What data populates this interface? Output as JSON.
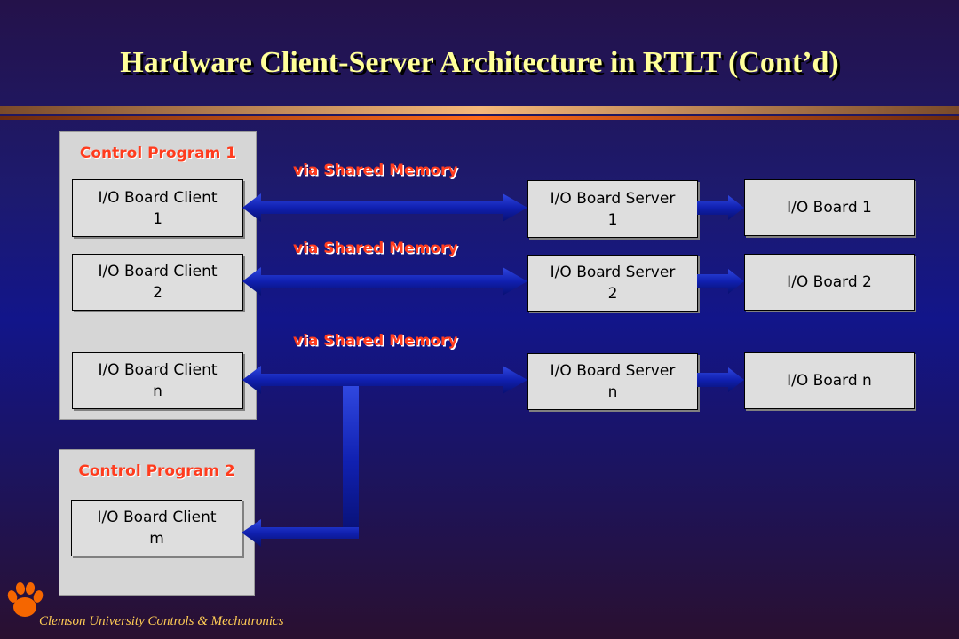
{
  "title": "Hardware Client-Server  Architecture in RTLT (Cont’d)",
  "labels": {
    "shared_memory_1": "via Shared Memory",
    "shared_memory_2": "via Shared Memory",
    "shared_memory_3": "via Shared Memory"
  },
  "program1": {
    "title": "Control Program 1",
    "clients": [
      {
        "line1": "I/O Board Client",
        "line2": "1"
      },
      {
        "line1": "I/O Board Client",
        "line2": "2"
      },
      {
        "line1": "I/O Board Client",
        "line2": "n"
      }
    ]
  },
  "program2": {
    "title": "Control Program 2",
    "clients": [
      {
        "line1": "I/O Board Client",
        "line2": "m"
      }
    ]
  },
  "servers": [
    {
      "line1": "I/O Board Server",
      "line2": "1"
    },
    {
      "line1": "I/O Board Server",
      "line2": "2"
    },
    {
      "line1": "I/O Board Server",
      "line2": "n"
    }
  ],
  "boards": [
    {
      "label": "I/O Board 1"
    },
    {
      "label": "I/O Board 2"
    },
    {
      "label": "I/O Board n"
    }
  ],
  "footer": "Clemson University Controls & Mechatronics",
  "colors": {
    "title": "#ffff99",
    "accent_label": "#ff3c1e",
    "arrow": "#1020b0",
    "footer": "#ffcc55"
  }
}
